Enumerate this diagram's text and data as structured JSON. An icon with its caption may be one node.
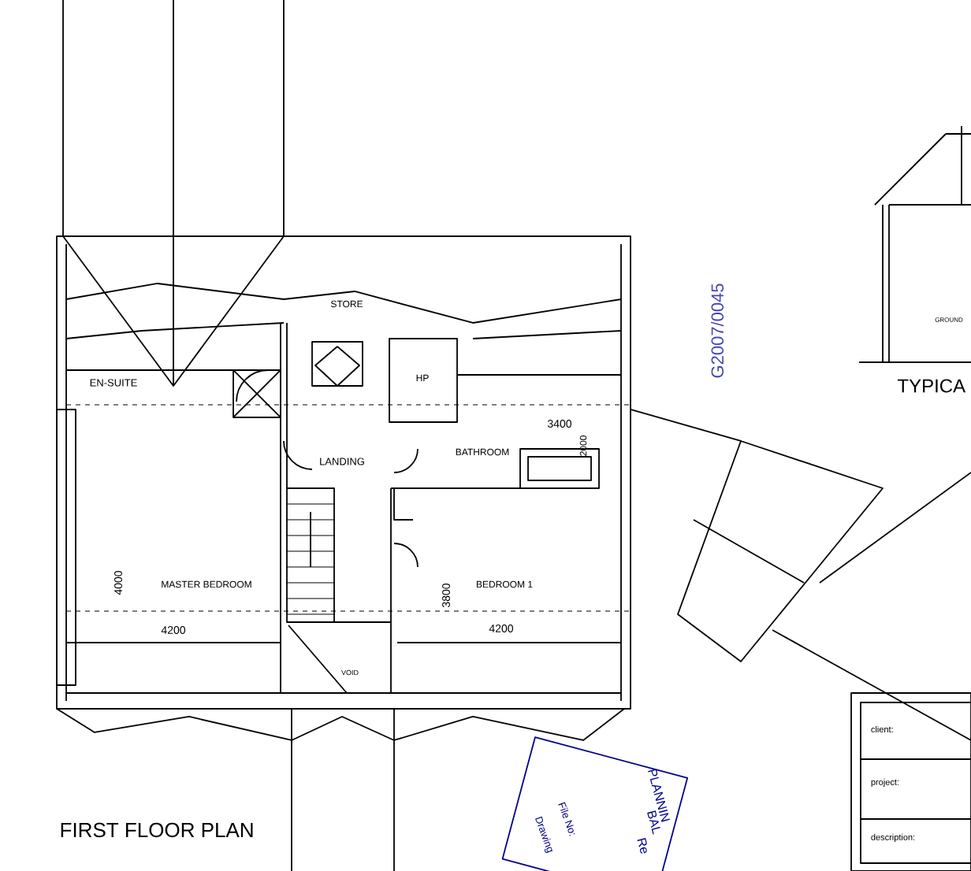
{
  "diagram": {
    "title": "FIRST FLOOR PLAN",
    "labels": [
      "STORE",
      "EN-SUITE",
      "HP",
      "3400",
      "2000",
      "LANDING",
      "BATHROOM",
      "4000",
      "MASTER BEDROOM",
      "3800",
      "BEDROOM 1",
      "4200",
      "4200",
      "VOID",
      "G2007/0045",
      "GROUND",
      "TYPICA",
      "client:",
      "project:",
      "description:",
      "File No:",
      "Drawing",
      "PLANNIN",
      "BAL",
      "Re"
    ]
  }
}
